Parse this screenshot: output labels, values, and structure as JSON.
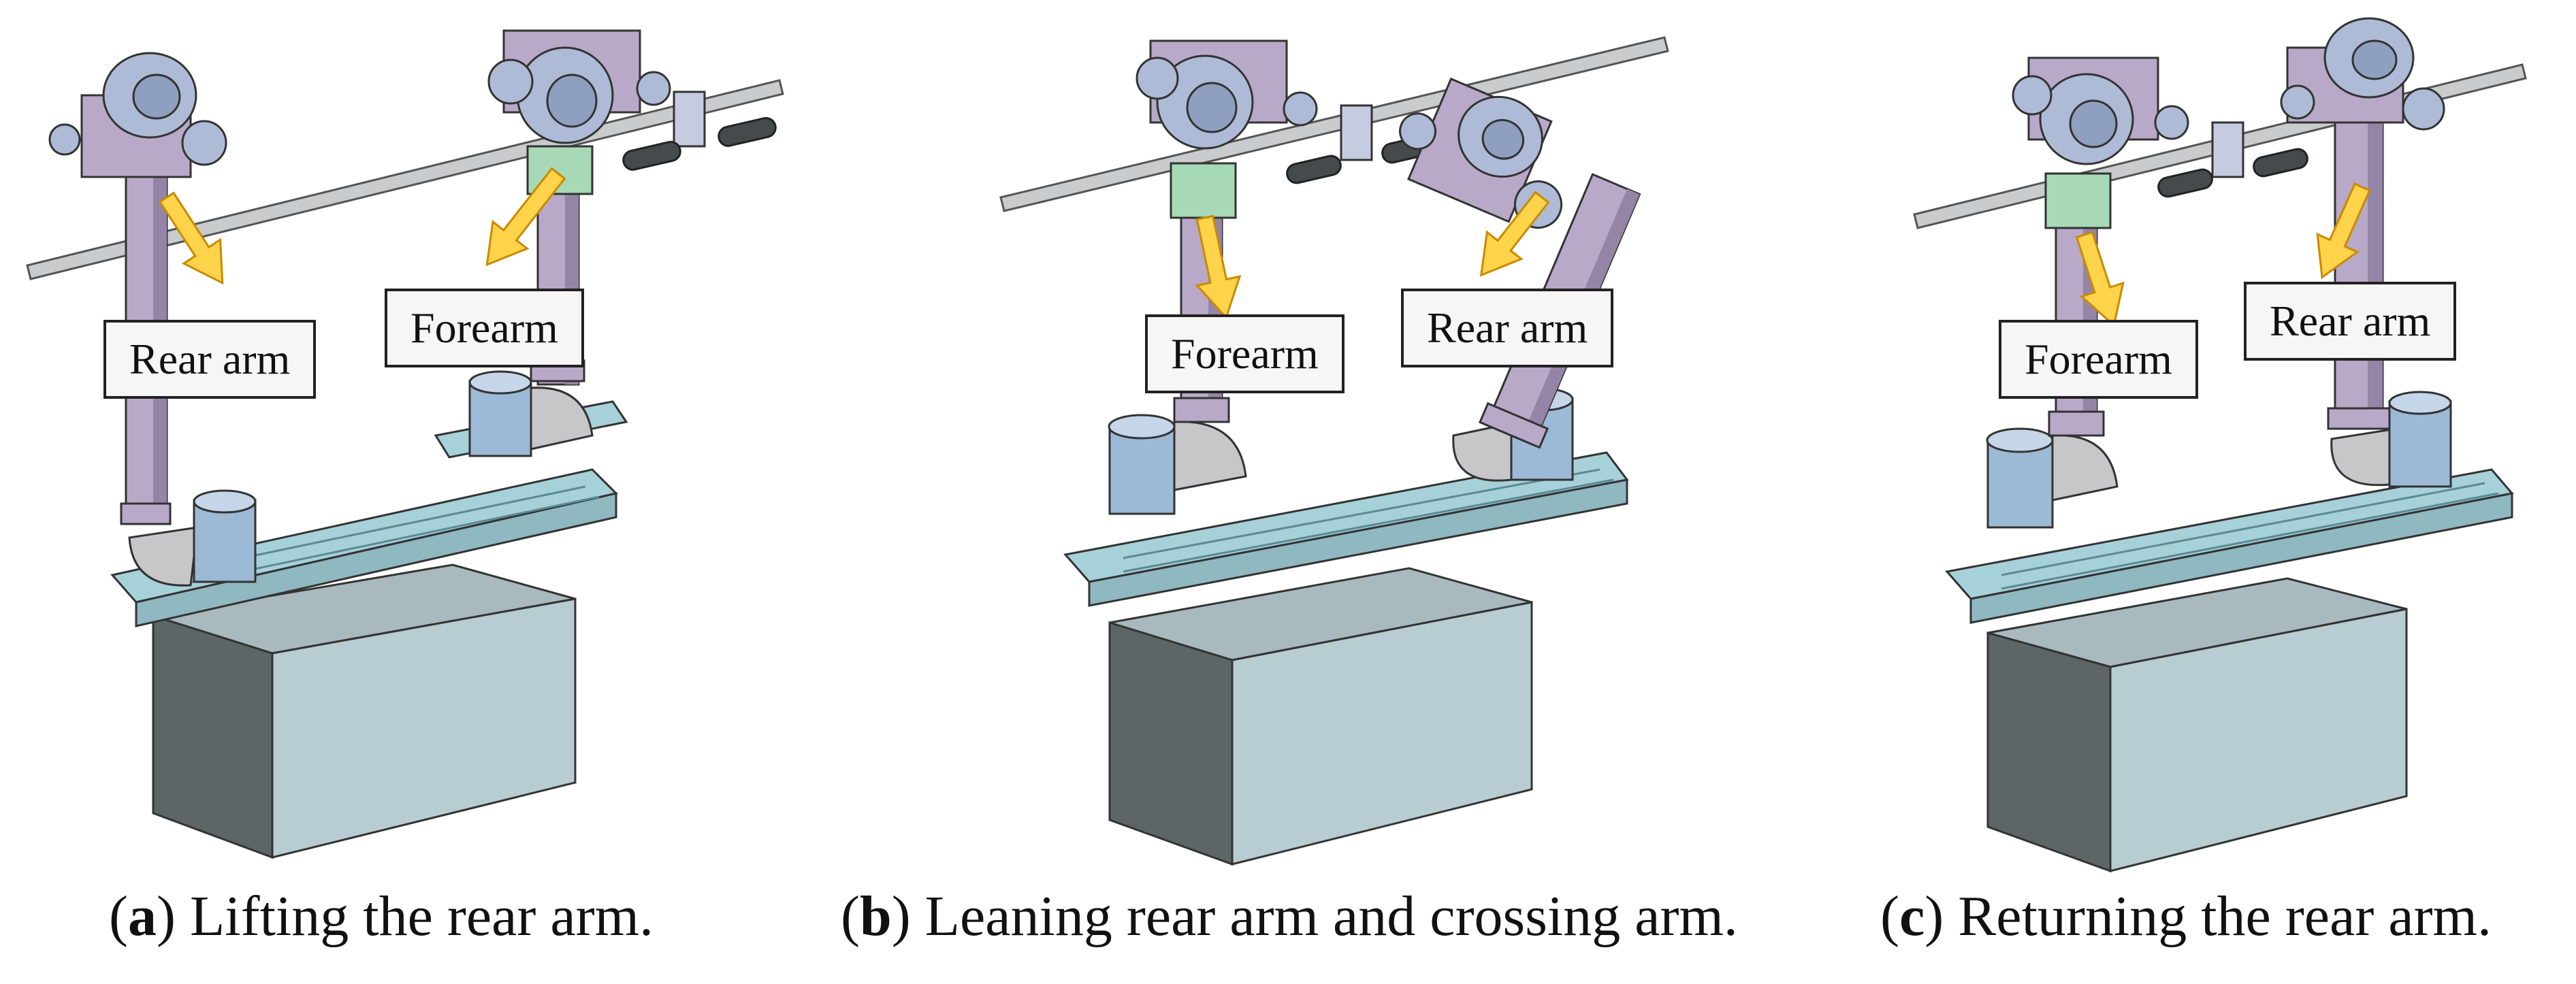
{
  "colors": {
    "rod": "#c9cbcc",
    "arm": "#b9a9c8",
    "arm_dark": "#9485a6",
    "wheel": "#aebbd6",
    "clamp": "#a7d9b6",
    "rail": "#a6d1d9",
    "box_front": "#b8cdd2",
    "box_side": "#5d6567",
    "box_top": "#a9babe",
    "pipe": "#9cb9d6",
    "arrow": "#ffd34a",
    "arrow_edge": "#c98a00"
  },
  "panels": [
    {
      "id": "a",
      "callouts": [
        {
          "role": "rear-arm",
          "text": "Rear arm"
        },
        {
          "role": "forearm",
          "text": "Forearm"
        }
      ],
      "caption": {
        "letter": "a",
        "text": ") Lifting the rear arm."
      }
    },
    {
      "id": "b",
      "callouts": [
        {
          "role": "forearm",
          "text": "Forearm"
        },
        {
          "role": "rear-arm",
          "text": "Rear arm"
        }
      ],
      "caption": {
        "letter": "b",
        "text": ") Leaning rear arm and crossing arm."
      }
    },
    {
      "id": "c",
      "callouts": [
        {
          "role": "forearm",
          "text": "Forearm"
        },
        {
          "role": "rear-arm",
          "text": "Rear arm"
        }
      ],
      "caption": {
        "letter": "c",
        "text": ") Returning the rear arm."
      }
    }
  ]
}
